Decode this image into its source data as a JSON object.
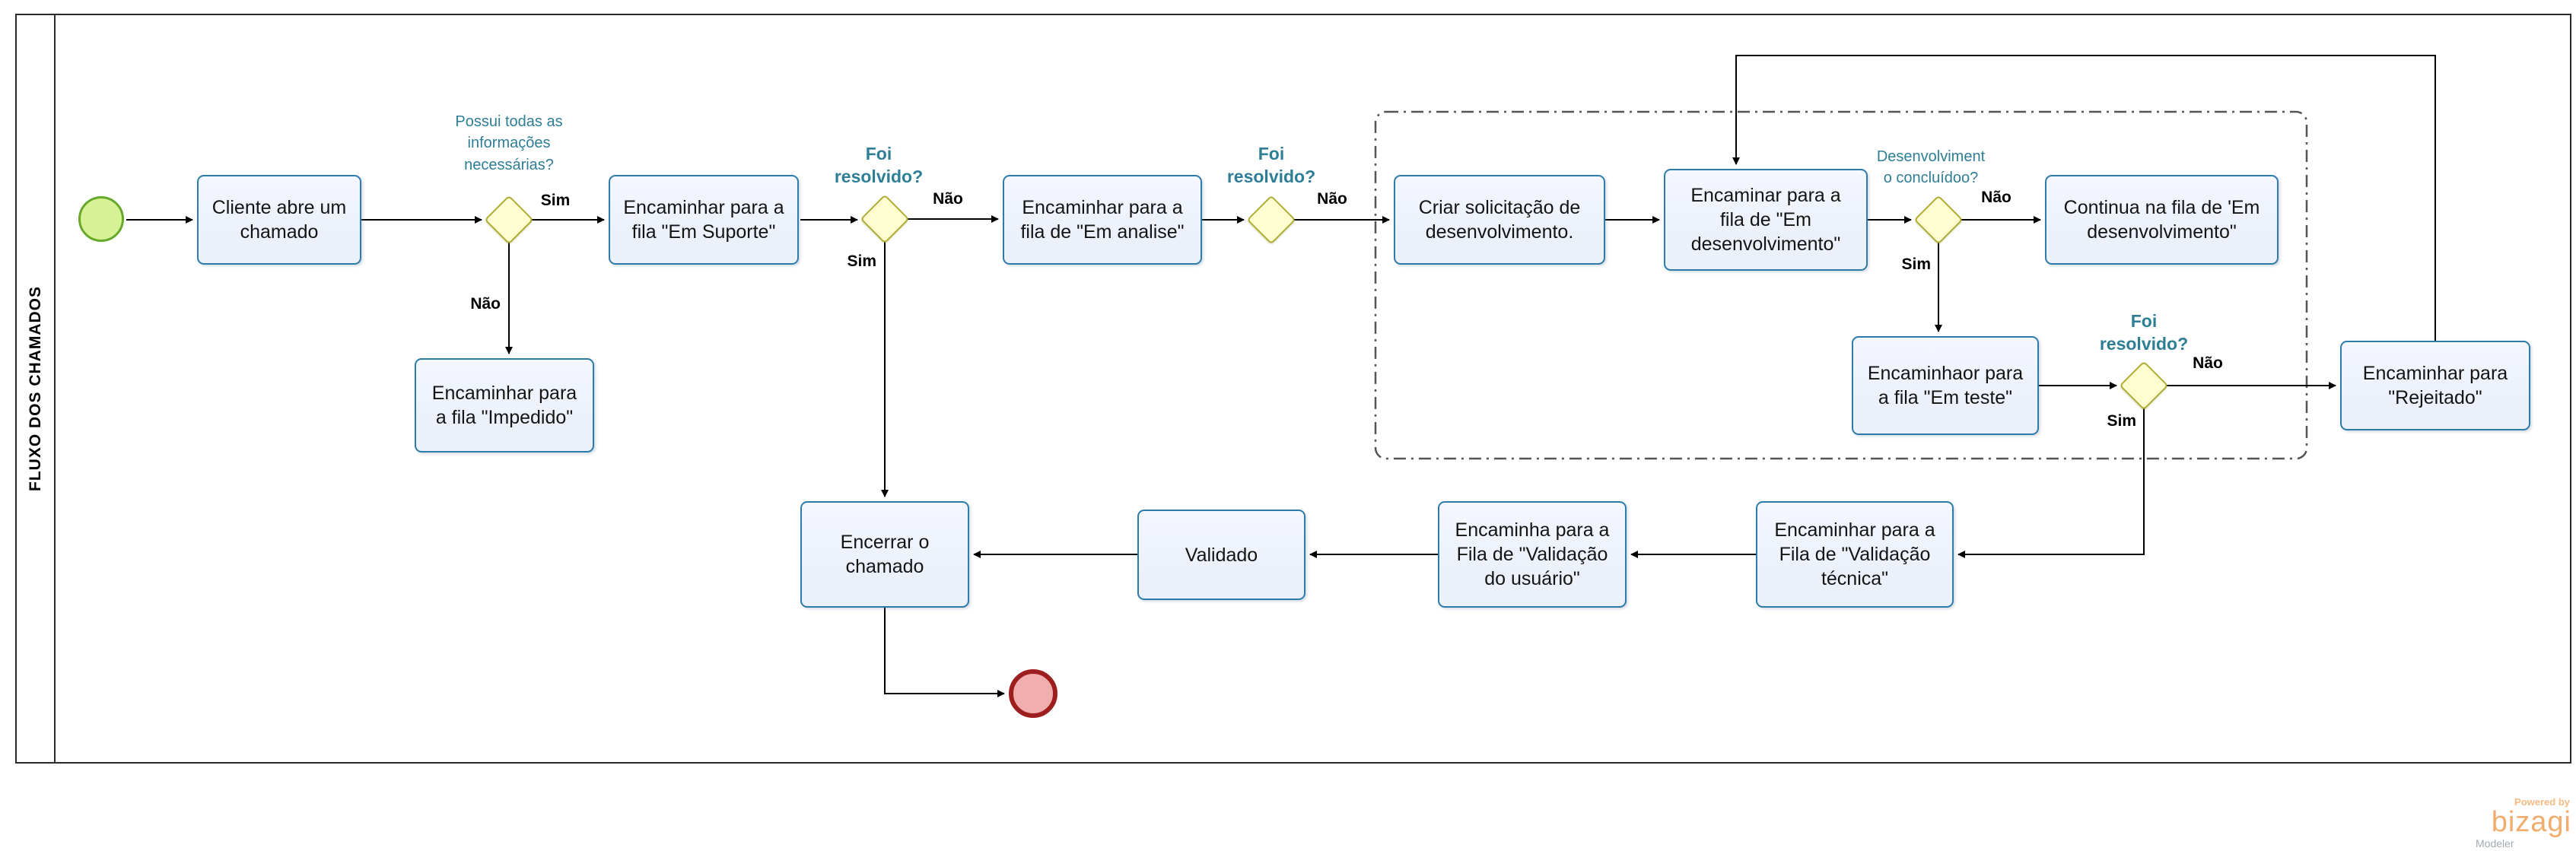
{
  "pool": {
    "title": "FLUXO DOS CHAMADOS"
  },
  "tasks": {
    "cliente": {
      "label": "Cliente abre um\nchamado"
    },
    "suporte": {
      "label": "Encaminhar para a\nfila \"Em Suporte\""
    },
    "impedido": {
      "label": "Encaminhar para\na fila \"Impedido\""
    },
    "analise": {
      "label": "Encaminhar para a\nfila de \"Em analise\""
    },
    "criar": {
      "label": "Criar solicitação de\ndesenvolvimento."
    },
    "emdev": {
      "label": "Encaminar para a\nfila de \"Em\ndesenvolvimento\""
    },
    "continua": {
      "label": "Continua na fila de 'Em\ndesenvolvimento\""
    },
    "emteste": {
      "label": "Encaminhaor para\na fila \"Em teste\""
    },
    "rejeitado": {
      "label": "Encaminhar para\n\"Rejeitado\""
    },
    "encerrar": {
      "label": "Encerrar o\nchamado"
    },
    "validado": {
      "label": "Validado"
    },
    "valusuario": {
      "label": "Encaminha para a\nFila de \"Validação\ndo usuário\""
    },
    "valtecnica": {
      "label": "Encaminhar para a\nFila de \"Validação\ntécnica\""
    }
  },
  "gateways": {
    "g1": {
      "question": "Possui todas as\ninformações\nnecessárias?"
    },
    "g2": {
      "question": "Foi\nresolvido?"
    },
    "g3": {
      "question": "Foi\nresolvido?"
    },
    "g4": {
      "question": "Desenvolviment\no  concluídoo?"
    },
    "g5": {
      "question": "Foi\nresolvido?"
    }
  },
  "edge_labels": {
    "g1_sim": "Sim",
    "g1_nao": "Não",
    "g2_sim": "Sim",
    "g2_nao": "Não",
    "g3_nao": "Não",
    "g4_sim": "Sim",
    "g4_nao": "Não",
    "g5_sim": "Sim",
    "g5_nao": "Não"
  },
  "flows": [
    {
      "from": "start",
      "to": "cliente",
      "label": ""
    },
    {
      "from": "cliente",
      "to": "g1",
      "label": ""
    },
    {
      "from": "g1",
      "to": "suporte",
      "label": "Sim"
    },
    {
      "from": "g1",
      "to": "impedido",
      "label": "Não"
    },
    {
      "from": "suporte",
      "to": "g2",
      "label": ""
    },
    {
      "from": "g2",
      "to": "analise",
      "label": "Não"
    },
    {
      "from": "g2",
      "to": "encerrar",
      "label": "Sim"
    },
    {
      "from": "analise",
      "to": "g3",
      "label": ""
    },
    {
      "from": "g3",
      "to": "criar",
      "label": "Não"
    },
    {
      "from": "criar",
      "to": "emdev",
      "label": ""
    },
    {
      "from": "emdev",
      "to": "g4",
      "label": ""
    },
    {
      "from": "g4",
      "to": "continua",
      "label": "Não"
    },
    {
      "from": "g4",
      "to": "emteste",
      "label": "Sim"
    },
    {
      "from": "emteste",
      "to": "g5",
      "label": ""
    },
    {
      "from": "g5",
      "to": "rejeitado",
      "label": "Não"
    },
    {
      "from": "g5",
      "to": "valtecnica",
      "label": "Sim"
    },
    {
      "from": "valtecnica",
      "to": "valusuario",
      "label": ""
    },
    {
      "from": "valusuario",
      "to": "validado",
      "label": ""
    },
    {
      "from": "validado",
      "to": "encerrar",
      "label": ""
    },
    {
      "from": "encerrar",
      "to": "end",
      "label": ""
    },
    {
      "from": "rejeitado",
      "to": "emdev",
      "label": ""
    }
  ],
  "branding": {
    "powered_by": "Powered by",
    "brand": "bizagi",
    "product": "Modeler"
  },
  "colors": {
    "task_fill": "#EBF0FB",
    "task_border": "#2D7BA8",
    "gateway_fill": "#FDFDCF",
    "gateway_border": "#AFAD33",
    "start_fill": "#D6F294",
    "start_border": "#66A82A",
    "end_fill": "#F0AEAE",
    "end_border": "#9E1E20",
    "question_color": "#2E7E95",
    "connector_color": "#000000",
    "group_border": "#555555",
    "brand_orange": "#F2AC6E",
    "brand_gray": "#9FABB3"
  }
}
